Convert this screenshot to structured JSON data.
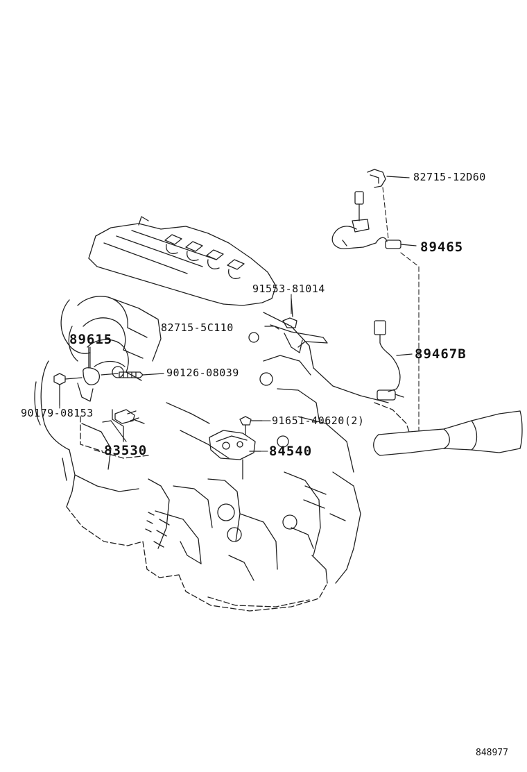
{
  "diagram": {
    "part_labels": [
      {
        "id": "p1",
        "text": "82715-12D60"
      },
      {
        "id": "p2",
        "text": "89465"
      },
      {
        "id": "p3",
        "text": "91553-81014"
      },
      {
        "id": "p4",
        "text": "82715-5C110"
      },
      {
        "id": "p5",
        "text": "89615"
      },
      {
        "id": "p6",
        "text": "90126-08039"
      },
      {
        "id": "p7",
        "text": "89467B"
      },
      {
        "id": "p8",
        "text": "90179-08153"
      },
      {
        "id": "p9",
        "text": "91651-40620(2)"
      },
      {
        "id": "p10",
        "text": "83530"
      },
      {
        "id": "p11",
        "text": "84540"
      }
    ],
    "reference_number": "848977"
  }
}
